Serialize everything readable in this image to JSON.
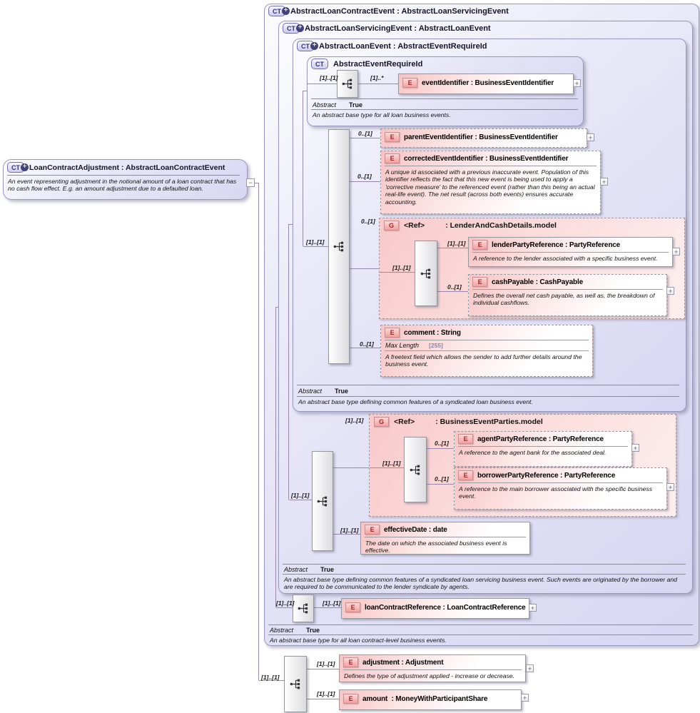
{
  "icons": {
    "ct": "CT",
    "element": "E",
    "group": "G",
    "expand": "+",
    "collapse": "−",
    "derived_plus": "+"
  },
  "cardinality": {
    "required": "[1]..[1]",
    "optional": "0..[1]",
    "required_many": "[1]..*"
  },
  "abstract": {
    "label": "Abstract",
    "value": "True"
  },
  "left_box": {
    "title": "LoanContractAdjustment : AbstractLoanContractEvent",
    "annotation": "An event representing adjustment in the notional amount of a loan contract that has no cash flow effect. E.g. an amount adjustment due to a defaulted loan."
  },
  "contract_event": {
    "title": "AbstractLoanContractEvent : AbstractLoanServicingEvent",
    "annotation": "An abstract base type for all loan contract-level business events."
  },
  "servicing_event": {
    "title": "AbstractLoanServicingEvent : AbstractLoanEvent",
    "annotation": "An abstract base type defining common features of a syndicated loan servicing business event. Such events are originated by the borrower and are required to be communicated to the lender syndicate by agents."
  },
  "loan_event": {
    "title": "AbstractLoanEvent : AbstractEventRequireId",
    "annotation": "An abstract base type defining common features of a syndicated loan business event."
  },
  "event_require_id": {
    "title": "AbstractEventRequireId",
    "annotation": "An abstract base type for all loan business events."
  },
  "groups": {
    "lender_and_cash": {
      "ref": "<Ref>",
      "type": ": LenderAndCashDetails.model"
    },
    "business_event_parties": {
      "ref": "<Ref>",
      "type": ": BusinessEventParties.model"
    }
  },
  "elements": {
    "event_identifier": {
      "title": "eventIdentifier : BusinessEventIdentifier"
    },
    "parent_event_identifier": {
      "title": "parentEventIdentifier : BusinessEventIdentifier"
    },
    "corrected_event_identifier": {
      "title": "correctedEventIdentifier : BusinessEventIdentifier",
      "annotation": "A unique id associated with a previous inaccurate event. Population of this identifier reflects the fact that this new event is being used to apply a 'corrective measure' to the referenced event (rather than this being an actual real-life event). The net result (across both events) ensures accurate accounting."
    },
    "lender_party_reference": {
      "title": "lenderPartyReference : PartyReference",
      "annotation": "A reference to the lender associated with a specific business event."
    },
    "cash_payable": {
      "title": "cashPayable : CashPayable",
      "annotation": "Defines the overall net cash payable, as well as, the breakdown of individual cashflows."
    },
    "comment": {
      "title": "comment : String",
      "max_length_label": "Max Length",
      "max_length_value": "[255]",
      "annotation": "A freetext field which allows the sender to add further details around the business event."
    },
    "agent_party_reference": {
      "title": "agentPartyReference : PartyReference",
      "annotation": "A reference to the agent bank for the associated deal."
    },
    "borrower_party_reference": {
      "title": "borrowerPartyReference : PartyReference",
      "annotation": "A reference to the main borrower associated with the specific business event."
    },
    "effective_date": {
      "title": "effectiveDate : date",
      "annotation": "The date on which the associated business event is effective."
    },
    "loan_contract_reference": {
      "title": "loanContractReference : LoanContractReference"
    },
    "adjustment": {
      "title": "adjustment : Adjustment",
      "annotation": "Defines the type of adjustment applied - increase or decrease."
    },
    "amount": {
      "title": "amount  : MoneyWithParticipantShare"
    }
  }
}
